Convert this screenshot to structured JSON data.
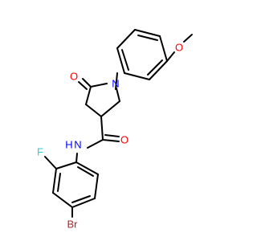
{
  "molecule": {
    "atoms": {
      "oxygen_carbonyl_ring": {
        "symbol": "O",
        "color": "#ff0000"
      },
      "nitrogen_ring": {
        "symbol": "N",
        "color": "#0000ff"
      },
      "oxygen_methoxy": {
        "symbol": "O",
        "color": "#ff0000"
      },
      "oxygen_amide": {
        "symbol": "O",
        "color": "#ff0000"
      },
      "nitrogen_amide": {
        "symbol": "N",
        "color": "#0000ff"
      },
      "hydrogen_amide": {
        "symbol": "H",
        "color": "#0000ff"
      },
      "fluorine": {
        "symbol": "F",
        "color": "#33cccc"
      },
      "bromine": {
        "symbol": "Br",
        "color": "#a52a2a"
      }
    },
    "bond_color": "#000000",
    "background_color": "#ffffff"
  }
}
